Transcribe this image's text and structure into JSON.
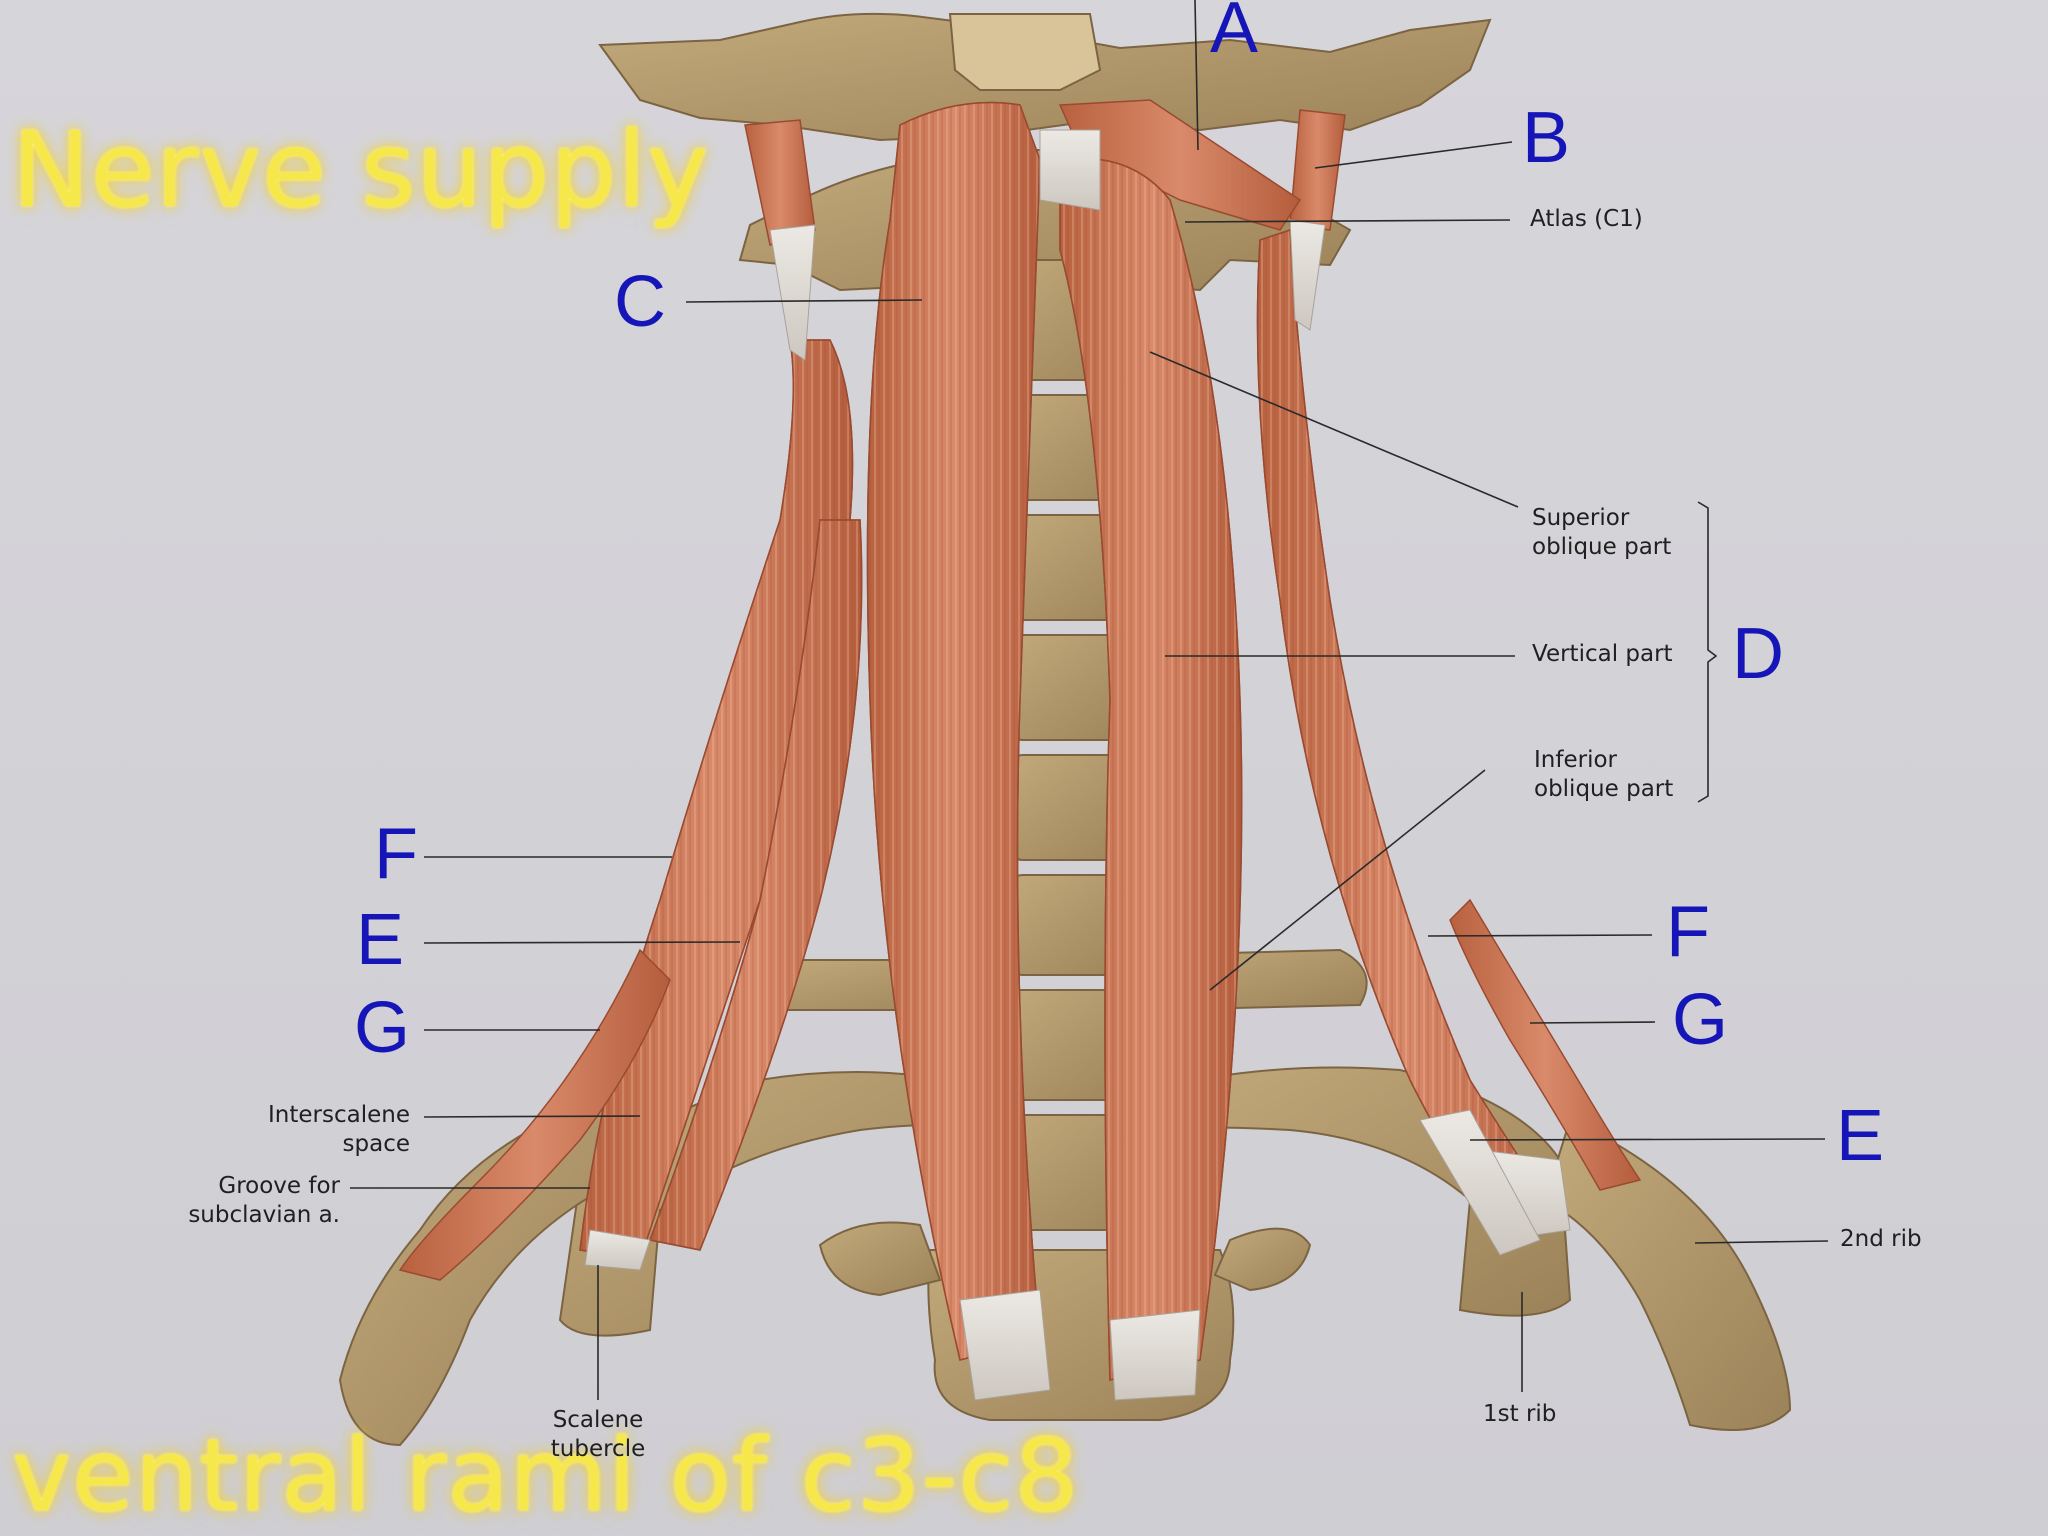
{
  "title": "Nerve supply",
  "subtitle": "ventral rami of c3-c8",
  "letters": {
    "a": "A",
    "b": "B",
    "c": "C",
    "d": "D",
    "e_left": "E",
    "e_right": "E",
    "f_left": "F",
    "f_right": "F",
    "g_left": "G",
    "g_right": "G"
  },
  "labels": {
    "atlas": "Atlas (C1)",
    "superior_1": "Superior",
    "superior_2": "oblique part",
    "vertical": "Vertical part",
    "inferior_1": "Inferior",
    "inferior_2": "oblique part",
    "interscalene_1": "Interscalene",
    "interscalene_2": "space",
    "groove_1": "Groove for",
    "groove_2": "subclavian a.",
    "scalene_1": "Scalene",
    "scalene_2": "tubercle",
    "first_rib": "1st rib",
    "second_rib": "2nd rib"
  },
  "colors": {
    "letter": "#1616b8",
    "title": "#f6e84a",
    "bone": "#b49a6c",
    "muscle": "#c97658",
    "tendon": "#e1ddd8"
  }
}
